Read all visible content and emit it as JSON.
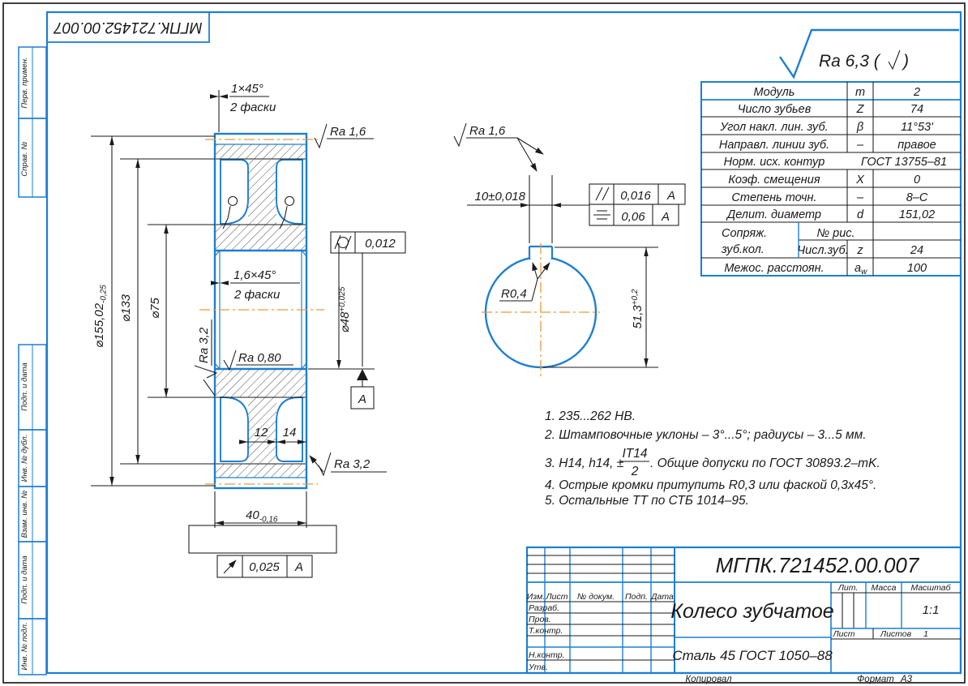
{
  "colors": {
    "line_blue": "#1d7fd2",
    "center_orange": "#e79a3f",
    "ink": "#1a1a1a"
  },
  "frame": {
    "stamp_code": "МГПК.721452.00.007"
  },
  "margin_labels": {
    "perv": "Перв. примен.",
    "sprav": "Справ. №",
    "podp1": "Подп. и дата",
    "inv_dubl": "Инв. № дубл.",
    "vzam": "Взам. инв. №",
    "podp2": "Подп. и дата",
    "inv_podl": "Инв. № подл."
  },
  "roughness": {
    "general_prefix": "Ra 6,3 (",
    "general_suffix": ")"
  },
  "left_view": {
    "chamfer_top": {
      "l1": "1×45°",
      "l2": "2 фаски"
    },
    "chamfer_bore": {
      "l1": "1,6×45°",
      "l2": "2 фаски"
    },
    "d155": {
      "v": "⌀155,02",
      "tol": "-0,25"
    },
    "d133": "⌀133",
    "d75": "⌀75",
    "d48": {
      "v": "⌀48",
      "tol": "+0,025"
    },
    "w40": {
      "v": "40",
      "tol": "-0,16"
    },
    "w12": "12",
    "w14": "14",
    "ra_top": "Ra 1,6",
    "ra_left": "Ra 3,2",
    "ra_bore": "Ra 0,80",
    "ra_bottom": "Ra 3,2",
    "cyl_tol": "0,012",
    "datum": "А",
    "runout": {
      "val": "0,025",
      "datum": "А"
    }
  },
  "right_view": {
    "ra": "Ra 1,6",
    "key_width": "10±0,018",
    "r": "R0,4",
    "depth": {
      "v": "51,3",
      "tol": "+0,2"
    },
    "parallel": {
      "val": "0,016",
      "datum": "А"
    },
    "symmetry": {
      "val": "0,06",
      "datum": "А"
    }
  },
  "gear_table": {
    "rows": [
      {
        "l": "Модуль",
        "s": "m",
        "v": "2"
      },
      {
        "l": "Число зубьев",
        "s": "Z",
        "v": "74"
      },
      {
        "l": "Угол накл. лин. зуб.",
        "s": "β",
        "v": "11°53'"
      },
      {
        "l": "Направл. линии зуб.",
        "s": "–",
        "v": "правое"
      },
      {
        "l": "Норм. исх. контур",
        "s": "",
        "v": "ГОСТ 13755–81"
      },
      {
        "l": "Коэф. смещения",
        "s": "X",
        "v": "0"
      },
      {
        "l": "Степень точн.",
        "s": "–",
        "v": "8–С"
      },
      {
        "l": "Делит. диаметр",
        "s": "d",
        "v": "151,02"
      }
    ],
    "sopr1": "Сопряж.",
    "sopr2": "зуб.кол.",
    "no_ris": "№ рис.",
    "chisl": "Числ.зуб.",
    "z_sym": "z",
    "z_val": "24",
    "mezh": "Межос. расстоян.",
    "aw_sym": "a",
    "aw_sub": "w",
    "aw_val": "100"
  },
  "tech": {
    "i1": "1.  235...262 НВ.",
    "i2": "2.  Штамповочные уклоны – 3°...5°; радиусы – 3...5 мм.",
    "i3a": "3.  H14, h14, ±",
    "frac_num": "IT14",
    "frac_den": "2",
    "i3b": ". Общие допуски по ГОСТ 30893.2–mK.",
    "i4": "4.  Острые кромки притупить R0,3 или фаской 0,3х45°.",
    "i5": "5.  Остальные ТТ по СТБ 1014–95."
  },
  "title_block": {
    "doc_number": "МГПК.721452.00.007",
    "part_name": "Колесо зубчатое",
    "material": "Сталь 45 ГОСТ 1050–88",
    "h_izm": "Изм.",
    "h_list": "Лист",
    "h_doc": "№ докум.",
    "h_podp": "Подп.",
    "h_data": "Дата",
    "r_razrab": "Разраб.",
    "r_prov": "Пров.",
    "r_tkontr": "Т.контр.",
    "r_nkontr": "Н.контр.",
    "r_utv": "Утв.",
    "lit": "Лит.",
    "massa": "Масса",
    "masshtab": "Масштаб",
    "scale": "1:1",
    "list_label": "Лист",
    "listov_label": "Листов",
    "listov_value": "1"
  },
  "footer": {
    "kopiroval": "Копировал",
    "format": "Формат",
    "format_val": "А3"
  }
}
